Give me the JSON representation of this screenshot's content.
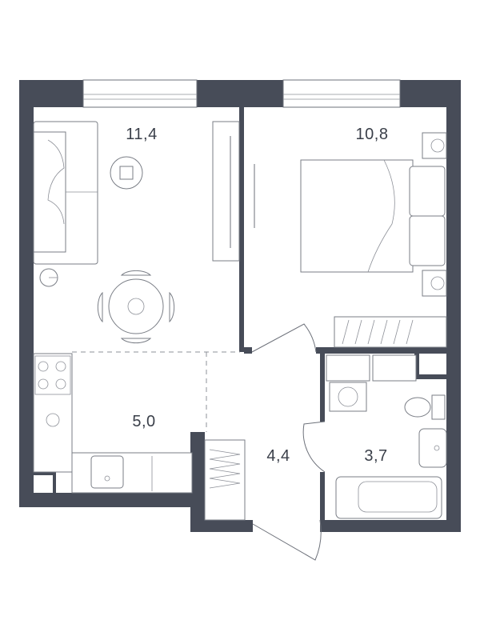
{
  "rooms": {
    "living": {
      "area": "11,4"
    },
    "bedroom": {
      "area": "10,8"
    },
    "kitchen": {
      "area": "5,0"
    },
    "hall": {
      "area": "4,4"
    },
    "bathroom": {
      "area": "3,7"
    }
  },
  "colors": {
    "wall": "#474c58",
    "line": "#6d717a",
    "text": "#3a3f49"
  }
}
